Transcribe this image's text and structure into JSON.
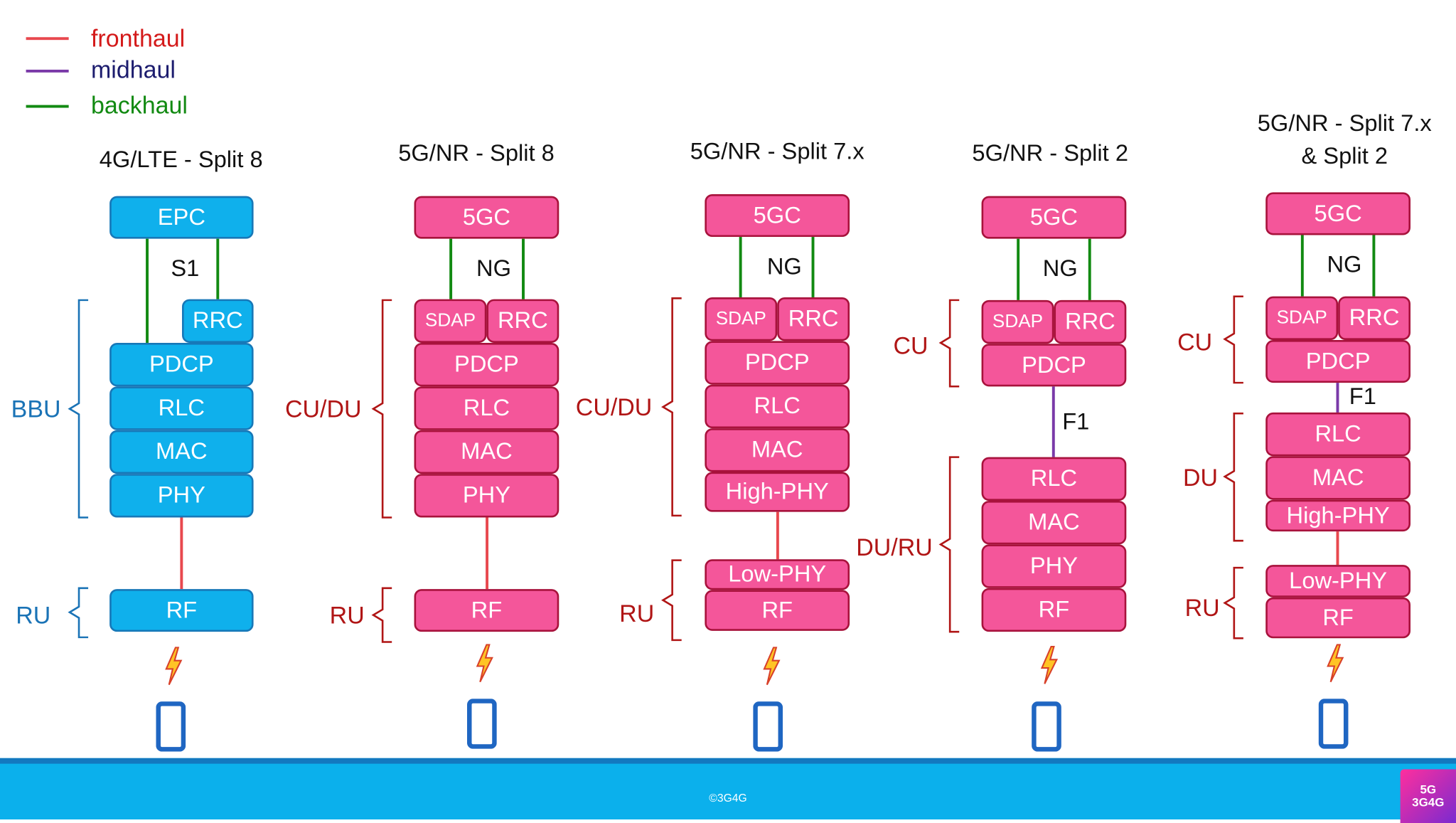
{
  "legend": [
    {
      "label": "fronthaul",
      "color": "#e8484e",
      "text_color": "#d41a1a"
    },
    {
      "label": "midhaul",
      "color": "#7a3aa8",
      "text_color": "#1c1c6e"
    },
    {
      "label": "backhaul",
      "color": "#128a12",
      "text_color": "#128a12"
    }
  ],
  "colors": {
    "blue_fill": "#0fb0ec",
    "blue_border": "#1778b8",
    "pink_fill": "#f4569a",
    "pink_border": "#a8123c",
    "blue_group": "#1a73b6",
    "red_group": "#b01515"
  },
  "columns": [
    {
      "title": "4G/LTE - Split 8",
      "core": "EPC",
      "interface": "S1",
      "boxes": [
        "RRC",
        "PDCP",
        "RLC",
        "MAC",
        "PHY",
        "RF"
      ],
      "groups": [
        "BBU",
        "RU"
      ]
    },
    {
      "title": "5G/NR - Split 8",
      "core": "5GC",
      "interface": "NG",
      "boxes": [
        "SDAP",
        "RRC",
        "PDCP",
        "RLC",
        "MAC",
        "PHY",
        "RF"
      ],
      "groups": [
        "CU/DU",
        "RU"
      ]
    },
    {
      "title": "5G/NR - Split 7.x",
      "core": "5GC",
      "interface": "NG",
      "boxes": [
        "SDAP",
        "RRC",
        "PDCP",
        "RLC",
        "MAC",
        "High-PHY",
        "Low-PHY",
        "RF"
      ],
      "groups": [
        "CU/DU",
        "RU"
      ]
    },
    {
      "title": "5G/NR - Split 2",
      "core": "5GC",
      "interface": "NG",
      "midhaul_interface": "F1",
      "boxes": [
        "SDAP",
        "RRC",
        "PDCP",
        "RLC",
        "MAC",
        "PHY",
        "RF"
      ],
      "groups": [
        "CU",
        "DU/RU"
      ]
    },
    {
      "title_line1": "5G/NR - Split 7.x",
      "title_line2": "& Split 2",
      "core": "5GC",
      "interface": "NG",
      "midhaul_interface": "F1",
      "boxes": [
        "SDAP",
        "RRC",
        "PDCP",
        "RLC",
        "MAC",
        "High-PHY",
        "Low-PHY",
        "RF"
      ],
      "groups": [
        "CU",
        "DU",
        "RU"
      ]
    }
  ],
  "icons": {
    "radio": "lightning-bolt-icon",
    "device": "smartphone-icon"
  },
  "footer": {
    "copyright": "©3G4G",
    "logo_line1": "5G",
    "logo_line2": "3G4G"
  }
}
